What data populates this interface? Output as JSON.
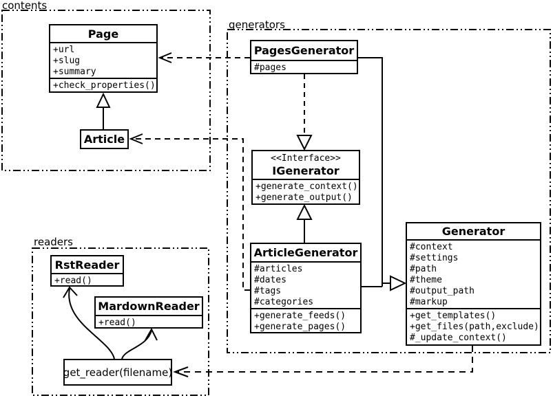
{
  "packages": {
    "contents": {
      "label": "contents"
    },
    "generators": {
      "label": "generators"
    },
    "readers": {
      "label": "readers"
    }
  },
  "classes": {
    "page": {
      "name": "Page",
      "attributes": [
        "+url",
        "+slug",
        "+summary"
      ],
      "methods": [
        "+check_properties()"
      ]
    },
    "article": {
      "name": "Article"
    },
    "pagesGenerator": {
      "name": "PagesGenerator",
      "attributes": [
        "#pages"
      ]
    },
    "iGenerator": {
      "stereotype": "<<Interface>>",
      "name": "IGenerator",
      "methods": [
        "+generate_context()",
        "+generate_output()"
      ]
    },
    "articleGenerator": {
      "name": "ArticleGenerator",
      "attributes": [
        "#articles",
        "#dates",
        "#tags",
        "#categories"
      ],
      "methods": [
        "+generate_feeds()",
        "+generate_pages()"
      ]
    },
    "generator": {
      "name": "Generator",
      "attributes": [
        "#context",
        "#settings",
        "#path",
        "#theme",
        "#output_path",
        "#markup"
      ],
      "methods": [
        "+get_templates()",
        "+get_files(path,exclude)",
        "#_update_context()"
      ]
    },
    "rstReader": {
      "name": "RstReader",
      "methods": [
        "+read()"
      ]
    },
    "markdownReader": {
      "name": "MardownReader",
      "methods": [
        "+read()"
      ]
    },
    "getReader": {
      "label": "get_reader(filename)"
    }
  },
  "relationships": [
    {
      "from": "Article",
      "to": "Page",
      "type": "inheritance"
    },
    {
      "from": "PagesGenerator",
      "to": "IGenerator",
      "type": "realization"
    },
    {
      "from": "ArticleGenerator",
      "to": "IGenerator",
      "type": "inheritance"
    },
    {
      "from": "PagesGenerator",
      "to": "Generator",
      "type": "inheritance"
    },
    {
      "from": "ArticleGenerator",
      "to": "Generator",
      "type": "inheritance"
    },
    {
      "from": "PagesGenerator",
      "to": "Page",
      "type": "dependency"
    },
    {
      "from": "ArticleGenerator",
      "to": "Article",
      "type": "dependency"
    },
    {
      "from": "Generator",
      "to": "get_reader",
      "type": "dependency"
    },
    {
      "from": "get_reader",
      "to": "RstReader",
      "type": "call"
    },
    {
      "from": "get_reader",
      "to": "MardownReader",
      "type": "call"
    }
  ],
  "colors": {
    "line": "#000000",
    "background": "#ffffff",
    "box_fill": "#ffffff"
  }
}
